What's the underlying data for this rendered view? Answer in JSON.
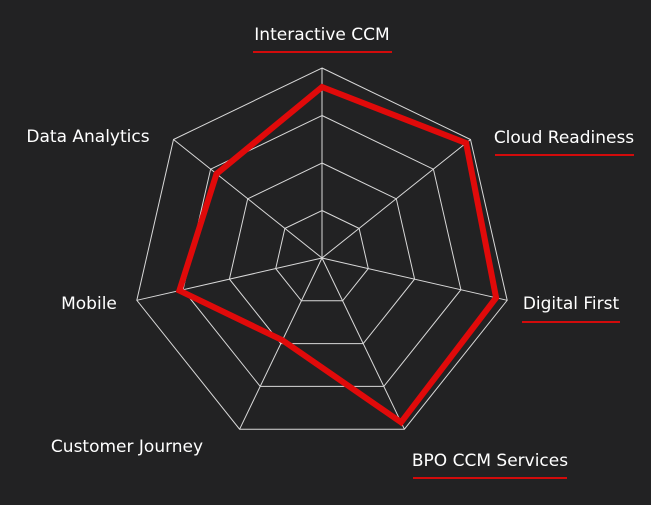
{
  "chart_data": {
    "type": "radar",
    "title": "",
    "axes": [
      {
        "label": "Interactive CCM",
        "highlighted": true
      },
      {
        "label": "Cloud Readiness",
        "highlighted": true
      },
      {
        "label": "Digital First",
        "highlighted": true
      },
      {
        "label": "BPO CCM Services",
        "highlighted": true
      },
      {
        "label": "Customer Journey",
        "highlighted": false
      },
      {
        "label": "Mobile",
        "highlighted": false
      },
      {
        "label": "Data Analytics",
        "highlighted": false
      }
    ],
    "rings": 4,
    "max": 100,
    "series": [
      {
        "values": [
          90,
          97,
          94,
          96,
          48,
          77,
          71
        ]
      }
    ],
    "grid": true,
    "legend": "none",
    "colors": {
      "background": "#222223",
      "grid": "#d9d9d9",
      "series": "#e00a0a",
      "label": "#ffffff",
      "highlight_underline": "#d20b0b"
    }
  }
}
